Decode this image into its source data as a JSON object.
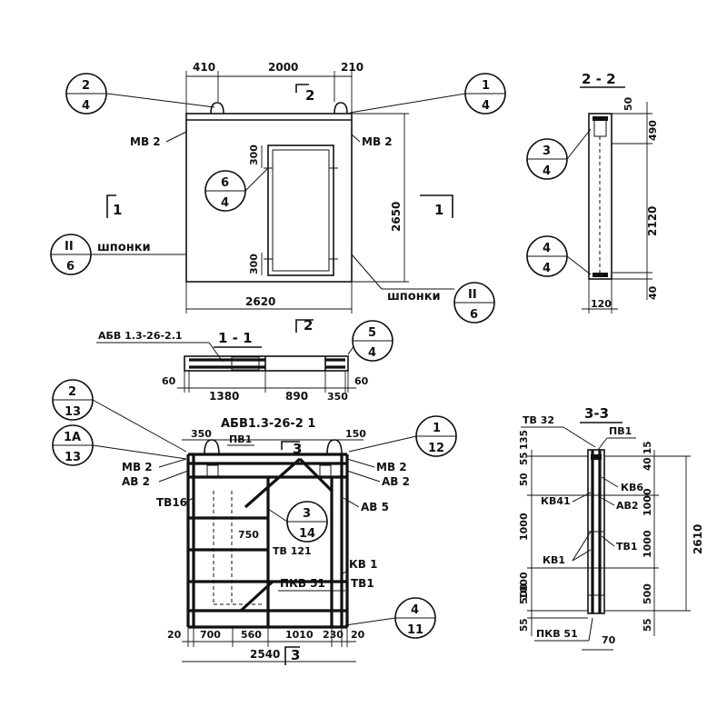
{
  "bubbles": {
    "b1": {
      "top": "2",
      "bottom": "4"
    },
    "b2": {
      "top": "1",
      "bottom": "4"
    },
    "b3": {
      "top": "6",
      "bottom": "4"
    },
    "b4": {
      "top": "II",
      "bottom": "6"
    },
    "b5": {
      "top": "II",
      "bottom": "6"
    },
    "b6": {
      "top": "3",
      "bottom": "4"
    },
    "b7": {
      "top": "4",
      "bottom": "4"
    },
    "b8": {
      "top": "5",
      "bottom": "4"
    },
    "b9": {
      "top": "2",
      "bottom": "13"
    },
    "b10": {
      "top": "1A",
      "bottom": "13"
    },
    "b11": {
      "top": "1",
      "bottom": "12"
    },
    "b12": {
      "top": "3",
      "bottom": "14"
    },
    "b13": {
      "top": "4",
      "bottom": "11"
    }
  },
  "panel": {
    "dim_410": "410",
    "dim_2000": "2000",
    "dim_210": "210",
    "dim_300a": "300",
    "dim_300b": "300",
    "dim_2650": "2650",
    "dim_2620": "2620",
    "mb2_left": "МВ 2",
    "mb2_right": "МВ 2",
    "shponki_left": "шпонки",
    "shponki_right": "шпонки",
    "cut_2_top": "2",
    "cut_1_left": "1",
    "cut_1_right": "1",
    "cut_2_bottom": "2"
  },
  "section22": {
    "title": "2 - 2",
    "dim_50": "50",
    "dim_490": "490",
    "dim_2120": "2120",
    "dim_40": "40",
    "dim_120": "120"
  },
  "section11": {
    "title": "1 - 1",
    "label_abv": "АБВ 1.3-26-2.1",
    "dim_60a": "60",
    "dim_1380": "1380",
    "dim_890": "890",
    "dim_350": "350",
    "dim_60b": "60"
  },
  "cage": {
    "title": "АБВ1.3-26-2 1",
    "dim_350": "350",
    "dim_150": "150",
    "pv1": "ПВ1",
    "mb2_left": "МВ 2",
    "ab2_left": "АВ 2",
    "mb2_right": "МВ 2",
    "ab2_right": "АВ 2",
    "tb16": "ТВ16",
    "ab5": "АВ 5",
    "dim_750": "750",
    "tb121": "ТВ 121",
    "kb1": "КВ 1",
    "tb1": "ТВ1",
    "pkb51": "ПКВ 51",
    "cut_3_top": "3",
    "cut_3_bottom": "3",
    "dim_20a": "20",
    "dim_700": "700",
    "dim_560": "560",
    "dim_1010": "1010",
    "dim_230": "230",
    "dim_20b": "20",
    "dim_2540": "2540"
  },
  "section33": {
    "title": "3-3",
    "tb32": "ТВ 32",
    "pv1": "ПВ1",
    "dim_50": "50",
    "dim_55": "55",
    "dim_135": "135",
    "dim_15": "15",
    "dim_40": "40",
    "dim_1000a": "1000",
    "dim_1000b": "1000",
    "dim_1000c": "1000",
    "dim_1000d": "1000",
    "dim_500a": "500",
    "dim_500b": "500",
    "dim_55b": "55",
    "dim_55c": "55",
    "dim_2610": "2610",
    "kb6": "КВ6",
    "kb41": "КВ41",
    "ab2": "АВ2",
    "kb1": "КВ1",
    "tb1": "ТВ1",
    "pkb51": "ПКВ 51",
    "dim_70": "70"
  }
}
